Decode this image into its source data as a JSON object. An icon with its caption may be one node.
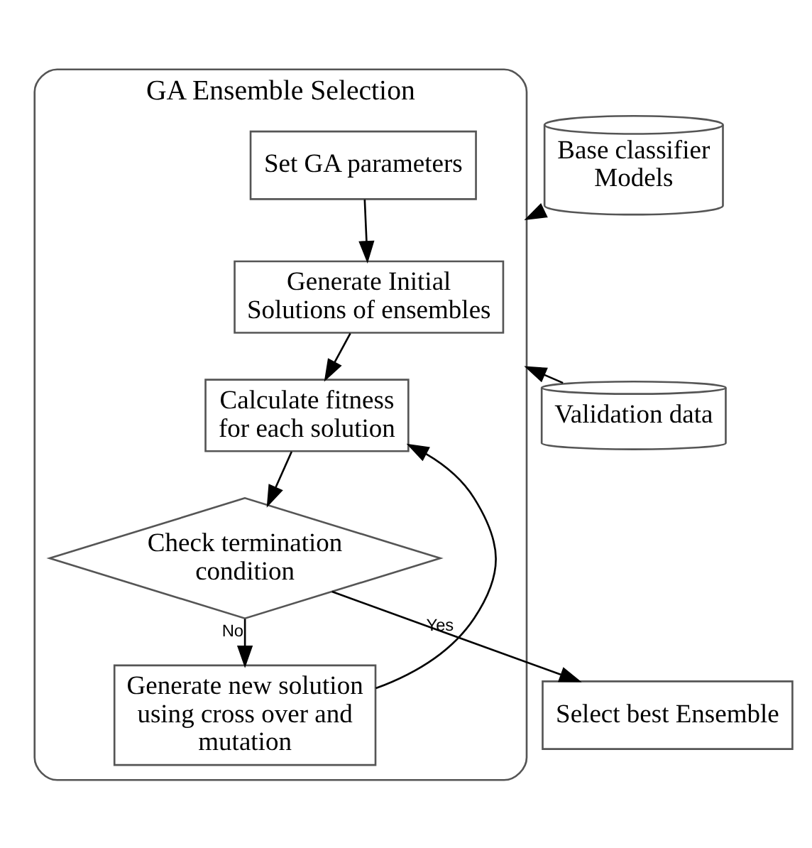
{
  "diagram": {
    "nodes": [
      {
        "text": [
          "GA Ensemble Selection"
        ]
      },
      {
        "text": [
          "Base classifier Models"
        ]
      },
      {
        "text": [
          "Validation data"
        ]
      },
      {
        "text": [
          "Set GA parameters"
        ],
        "in": 0
      },
      {
        "text": [
          "Generate Initial Solutions of ensembles"
        ],
        "in": 0
      },
      {
        "text": [
          "Calculate fitness for each solution"
        ],
        "in": 0
      },
      {
        "text": [
          "Check termination condition"
        ],
        "in": 0
      },
      {
        "text": [
          "Generate new solution using cross over and mutation"
        ],
        "in": 0
      },
      {
        "text": [
          "Select best Ensemble"
        ]
      }
    ],
    "edges": [
      {
        "from": 1,
        "to": 0,
        "arrow": "to"
      },
      {
        "from": 2,
        "to": 0,
        "arrow": "to"
      },
      {
        "from": 3,
        "to": 4,
        "arrow": "to"
      },
      {
        "from": 4,
        "to": 5,
        "arrow": "to"
      },
      {
        "from": 5,
        "to": 6,
        "arrow": "to"
      },
      {
        "from": 6,
        "to": 8,
        "arrow": "to",
        "label": "Yes"
      },
      {
        "from": 6,
        "to": 7,
        "arrow": "to",
        "label": "No"
      },
      {
        "from": 7,
        "to": 5,
        "arrow": "to"
      }
    ]
  }
}
